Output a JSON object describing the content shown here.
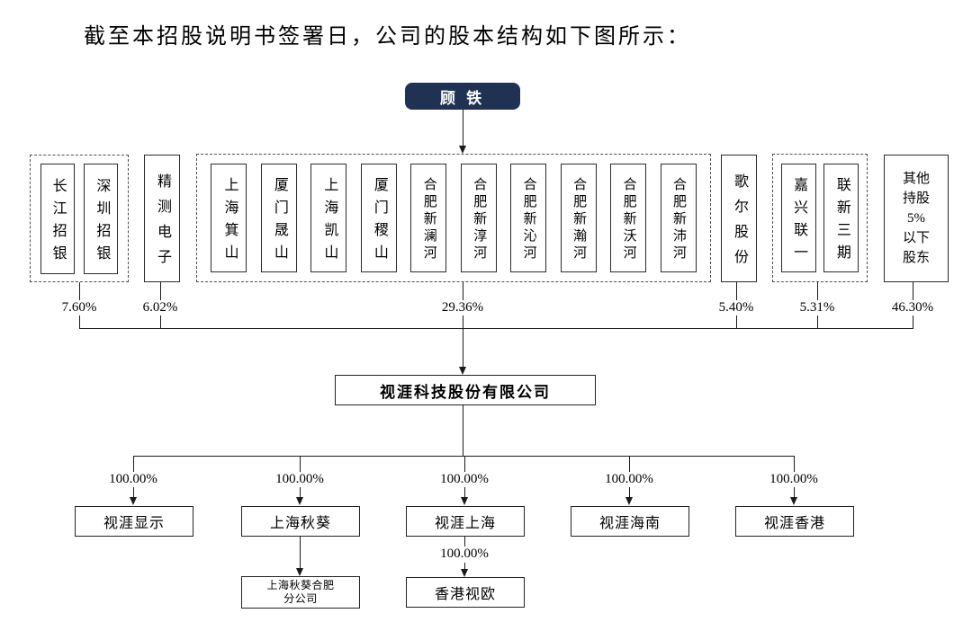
{
  "page": {
    "intro_text": "截至本招股说明书签署日，公司的股本结构如下图所示："
  },
  "colors": {
    "root_box_bg": "#1f3253",
    "root_box_text": "#ffffff",
    "line_color": "#1a1a1a"
  },
  "diagram": {
    "root_shareholder": {
      "name": "顾铁",
      "display": "顾 铁"
    },
    "shareholder_groups": [
      {
        "style": "dashed-group",
        "percent": "7.60%",
        "members": [
          "长江招银",
          "深圳招银"
        ]
      },
      {
        "style": "single",
        "percent": "6.02%",
        "members": [
          "精测电子"
        ]
      },
      {
        "style": "dashed-group",
        "percent": "29.36%",
        "members": [
          "上海箕山",
          "厦门晟山",
          "上海凯山",
          "厦门稷山",
          "合肥新澜河",
          "合肥新淳河",
          "合肥新沁河",
          "合肥新瀚河",
          "合肥新沃河",
          "合肥新沛河"
        ]
      },
      {
        "style": "single",
        "percent": "5.40%",
        "members": [
          "歌尔股份"
        ]
      },
      {
        "style": "dashed-group",
        "percent": "5.31%",
        "members": [
          "嘉兴联一",
          "联新三期"
        ]
      },
      {
        "style": "single",
        "percent": "46.30%",
        "members": [
          "其他持股5%以下股东"
        ],
        "display_lines": [
          "其他",
          "持股",
          "5%",
          "以下",
          "股东"
        ]
      }
    ],
    "company": {
      "name": "视涯科技股份有限公司"
    },
    "subsidiaries": [
      {
        "name": "视涯显示",
        "percent": "100.00%"
      },
      {
        "name": "上海秋葵",
        "percent": "100.00%"
      },
      {
        "name": "视涯上海",
        "percent": "100.00%"
      },
      {
        "name": "视涯海南",
        "percent": "100.00%"
      },
      {
        "name": "视涯香港",
        "percent": "100.00%"
      }
    ],
    "second_level": [
      {
        "name": "上海秋葵合肥分公司",
        "parent": "上海秋葵",
        "display_lines": [
          "上海秋葵合肥",
          "分公司"
        ]
      },
      {
        "name": "香港视欧",
        "parent": "视涯上海",
        "percent": "100.00%"
      }
    ]
  }
}
